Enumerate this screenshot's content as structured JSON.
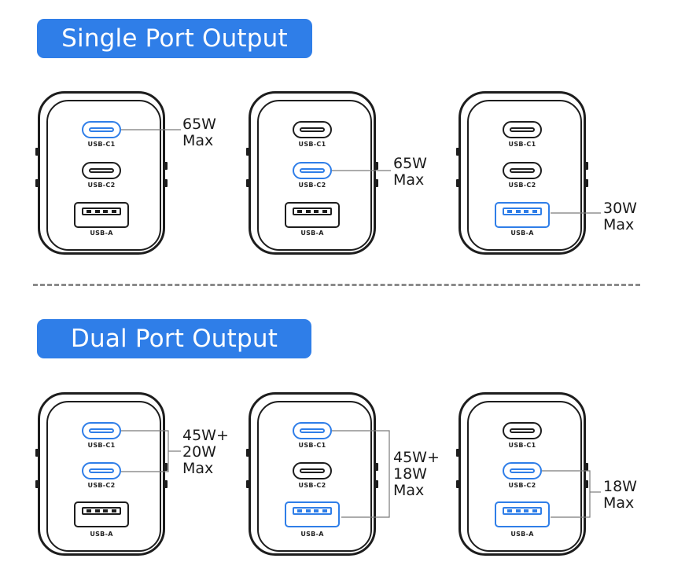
{
  "sections": {
    "single": {
      "title": "Single Port Output"
    },
    "dual": {
      "title": "Dual Port Output"
    }
  },
  "port_labels": {
    "c1": "USB-C1",
    "c2": "USB-C2",
    "a": "USB-A"
  },
  "single_port": [
    {
      "active_ports": [
        "USB-C1"
      ],
      "power_line1": "65W",
      "power_line2": "Max"
    },
    {
      "active_ports": [
        "USB-C2"
      ],
      "power_line1": "65W",
      "power_line2": "Max"
    },
    {
      "active_ports": [
        "USB-A"
      ],
      "power_line1": "30W",
      "power_line2": "Max"
    }
  ],
  "dual_port": [
    {
      "active_ports": [
        "USB-C1",
        "USB-C2"
      ],
      "power_line1": "45W+",
      "power_line2": "20W",
      "power_line3": "Max"
    },
    {
      "active_ports": [
        "USB-C1",
        "USB-A"
      ],
      "power_line1": "45W+",
      "power_line2": "18W",
      "power_line3": "Max"
    },
    {
      "active_ports": [
        "USB-C2",
        "USB-A"
      ],
      "power_line1": "18W",
      "power_line2": "Max"
    }
  ],
  "colors": {
    "accent": "#2f7ee8",
    "outline": "#1d1d1d",
    "divider": "#8b8b8b"
  }
}
